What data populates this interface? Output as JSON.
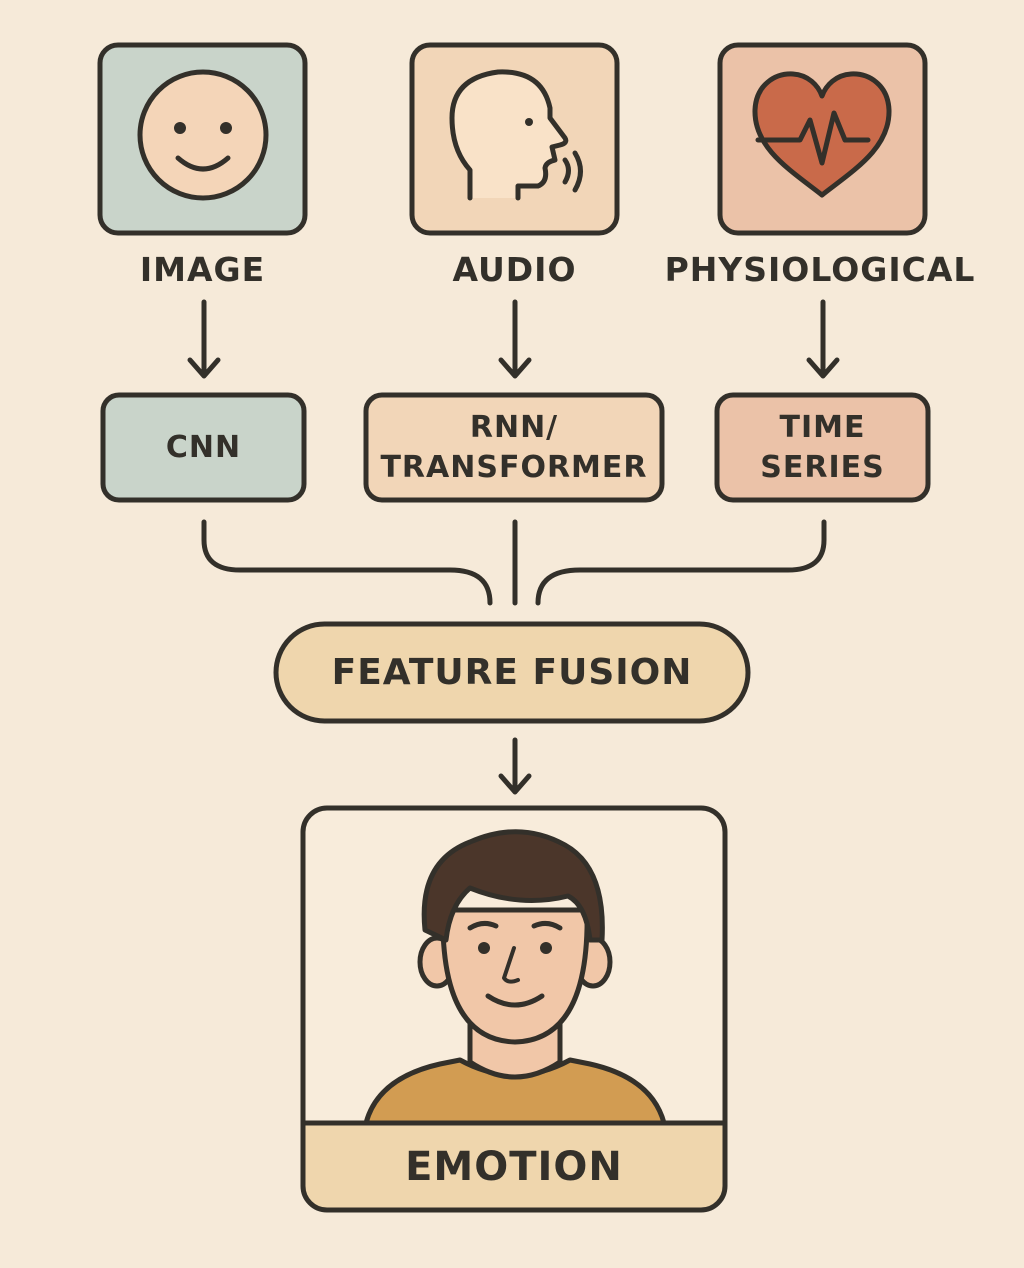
{
  "modalities": [
    {
      "label": "IMAGE",
      "icon": "smiley-face-icon",
      "color": "#c9d4ca"
    },
    {
      "label": "AUDIO",
      "icon": "speaking-head-icon",
      "color": "#f2d6b8"
    },
    {
      "label": "PHYSIOLOGICAL",
      "icon": "heartbeat-heart-icon",
      "color": "#ebc2a8"
    }
  ],
  "models": [
    {
      "lines": [
        "CNN"
      ],
      "color": "#c9d4ca"
    },
    {
      "lines": [
        "RNN/",
        "TRANSFORMER"
      ],
      "color": "#f2d6b8"
    },
    {
      "lines": [
        "TIME",
        "SERIES"
      ],
      "color": "#ebc2a8"
    }
  ],
  "fusion": {
    "label": "FEATURE FUSION",
    "color": "#efd6ad"
  },
  "output": {
    "label": "EMOTION",
    "icon": "smiling-person-icon",
    "label_bg": "#efd6ad",
    "shirt_color": "#d29c52",
    "skin_color": "#f1c7a8",
    "hair_color": "#4b362a"
  },
  "colors": {
    "background": "#f6ead9",
    "stroke": "#33302a"
  }
}
